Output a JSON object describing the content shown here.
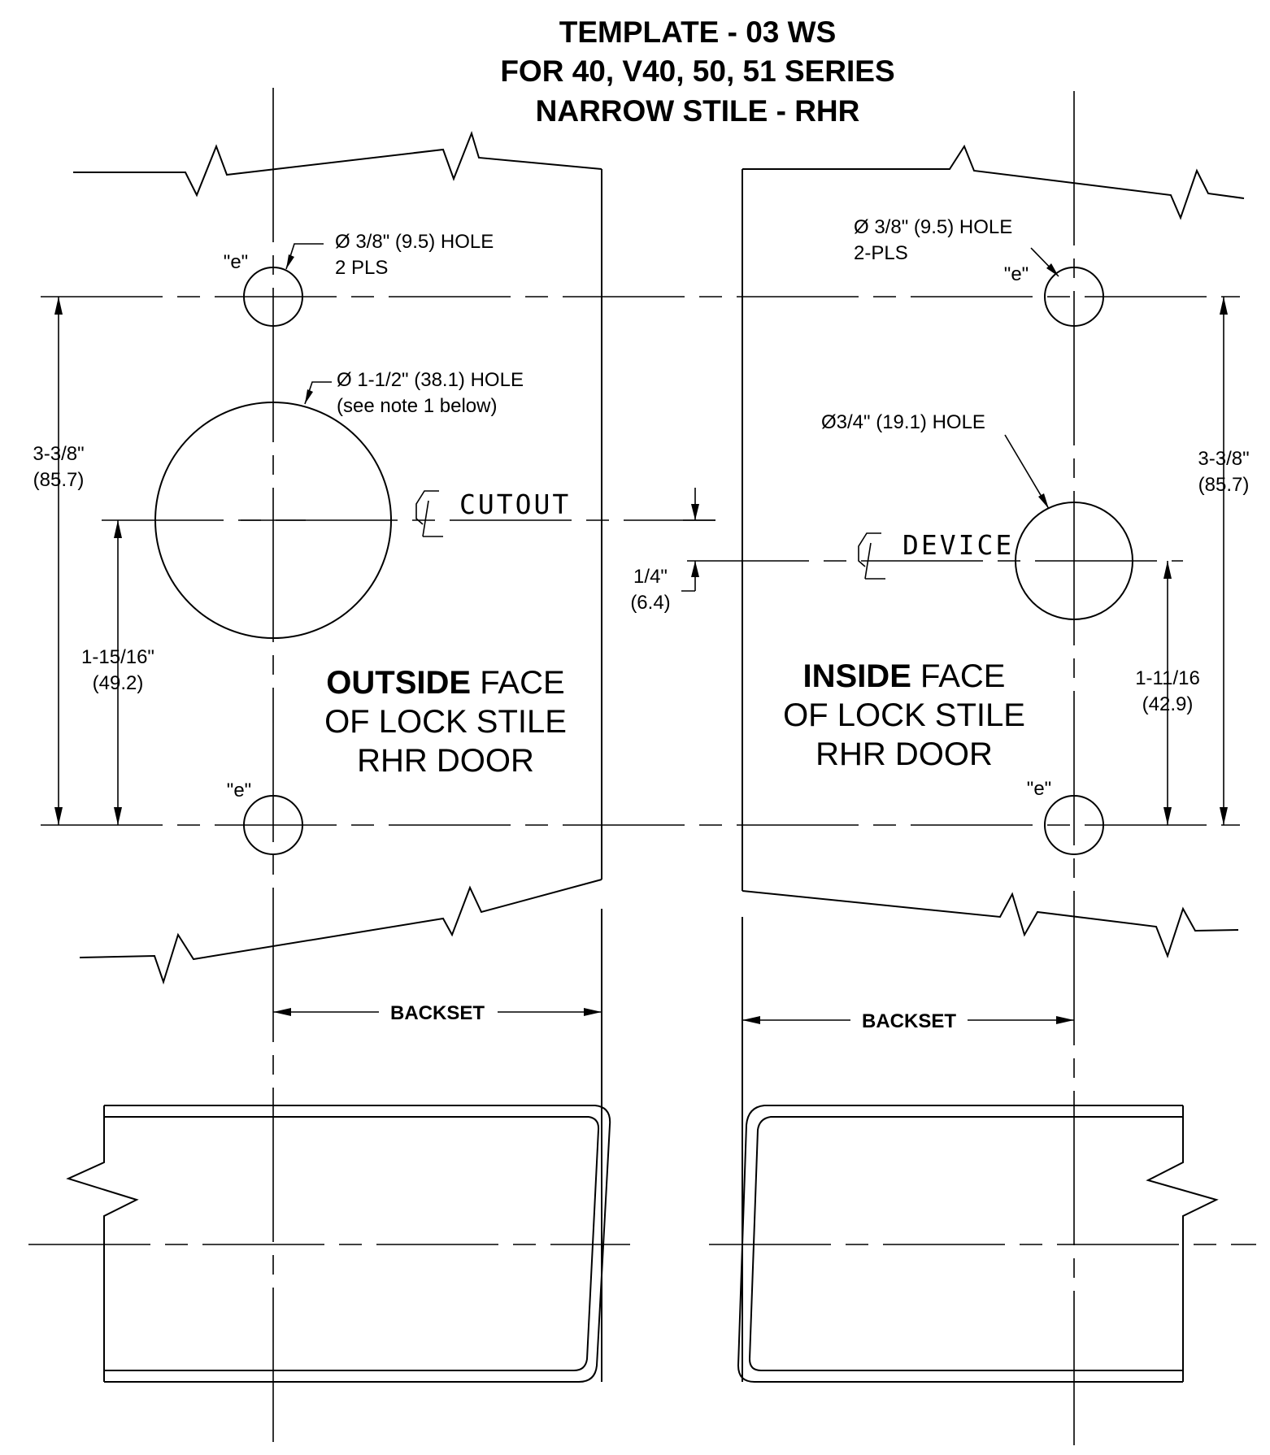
{
  "title": {
    "line1": "TEMPLATE - 03 WS",
    "line2": "FOR 40, V40, 50, 51 SERIES",
    "line3": "NARROW STILE - RHR"
  },
  "outside": {
    "hole_small_line1": "Ø 3/8\" (9.5) HOLE",
    "hole_small_line2": "2 PLS",
    "hole_large_line1": "Ø 1-1/2\" (38.1) HOLE",
    "hole_large_line2": "(see note 1 below)",
    "hole_mark_top": "\"e\"",
    "hole_mark_bottom": "\"e\"",
    "centerline_label": "CUTOUT",
    "dim_outer_line1": "3-3/8\"",
    "dim_outer_line2": "(85.7)",
    "dim_inner_line1": "1-15/16\"",
    "dim_inner_line2": "(49.2)",
    "face_bold": "OUTSIDE",
    "face_rest": " FACE",
    "face_line2": "OF LOCK STILE",
    "face_line3": "RHR DOOR",
    "backset": "BACKSET"
  },
  "inside": {
    "hole_small_line1": "Ø 3/8\" (9.5) HOLE",
    "hole_small_line2": "2-PLS",
    "hole_device": "Ø3/4\" (19.1) HOLE",
    "hole_mark_top": "\"e\"",
    "hole_mark_bottom": "\"e\"",
    "centerline_label": "DEVICE",
    "dim_outer_line1": "3-3/8\"",
    "dim_outer_line2": "(85.7)",
    "dim_inner_line1": "1-11/16",
    "dim_inner_line2": "(42.9)",
    "face_bold": "INSIDE",
    "face_rest": " FACE",
    "face_line2": "OF LOCK STILE",
    "face_line3": "RHR DOOR",
    "backset": "BACKSET"
  },
  "offset": {
    "line1": "1/4\"",
    "line2": "(6.4)"
  },
  "centerline_symbol": "℄"
}
